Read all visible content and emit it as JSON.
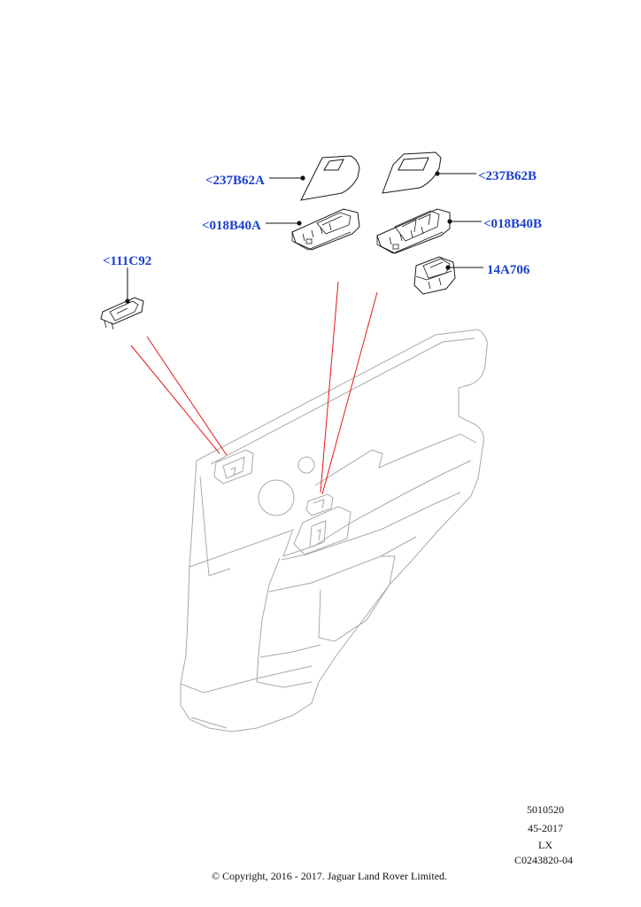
{
  "callouts": [
    {
      "id": "c1",
      "label": "<237B62A"
    },
    {
      "id": "c2",
      "label": "<237B62B"
    },
    {
      "id": "c3",
      "label": "<018B40A"
    },
    {
      "id": "c4",
      "label": "<018B40B"
    },
    {
      "id": "c5",
      "label": "<111C92"
    },
    {
      "id": "c6",
      "label": "14A706"
    }
  ],
  "info_block": {
    "line1": "5010520",
    "line2": "45-2017",
    "line3": "LX",
    "line4": "C0243820-04"
  },
  "copyright": "© Copyright, 2016 - 2017. Jaguar Land Rover Limited.",
  "colors": {
    "callout_text": "#1a3fd0",
    "pointer_lines": "#e81818",
    "door_outline": "#a9a9a9"
  }
}
